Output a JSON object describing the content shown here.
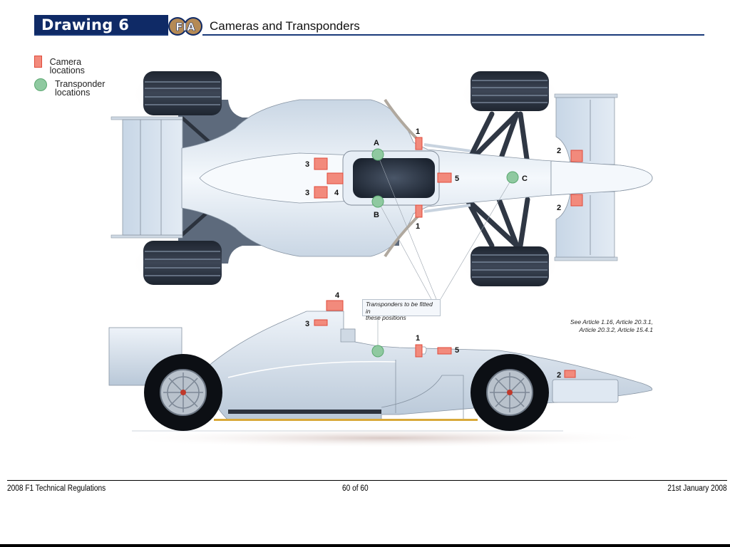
{
  "header": {
    "drawing_label": "Drawing 6",
    "logo_text": "FIA",
    "subtitle": "Cameras and Transponders",
    "brand_color": "#0f2a66"
  },
  "legend": {
    "items": [
      {
        "label": "Camera locations",
        "icon": "camera-location-square",
        "color": "#f28a7c"
      },
      {
        "label": "Transponder\nlocations",
        "label_line1": "Transponder",
        "label_line2": "locations",
        "icon": "transponder-location-circle",
        "color": "#8fc9a0"
      }
    ]
  },
  "top_view": {
    "camera_labels": {
      "c1_top": "1",
      "c1_bottom": "1",
      "c2_top": "2",
      "c2_bottom": "2",
      "c3_top": "3",
      "c3_bottom": "3",
      "c4": "4",
      "c5": "5"
    },
    "transponder_labels": {
      "a": "A",
      "b": "B",
      "c": "C"
    }
  },
  "side_view": {
    "camera_labels": {
      "c1": "1",
      "c2": "2",
      "c3": "3",
      "c4": "4",
      "c5": "5"
    }
  },
  "annotations": {
    "transponder_note_line1": "Transponders to be fitted in",
    "transponder_note_line2": "these positions",
    "see_article_line1": "See Article 1.16, Article 20.3.1,",
    "see_article_line2": "Article 20.3.2, Article 15.4.1"
  },
  "footer": {
    "left": "2008 F1 Technical Regulations",
    "center": "60 of 60",
    "right": "21st January 2008"
  }
}
